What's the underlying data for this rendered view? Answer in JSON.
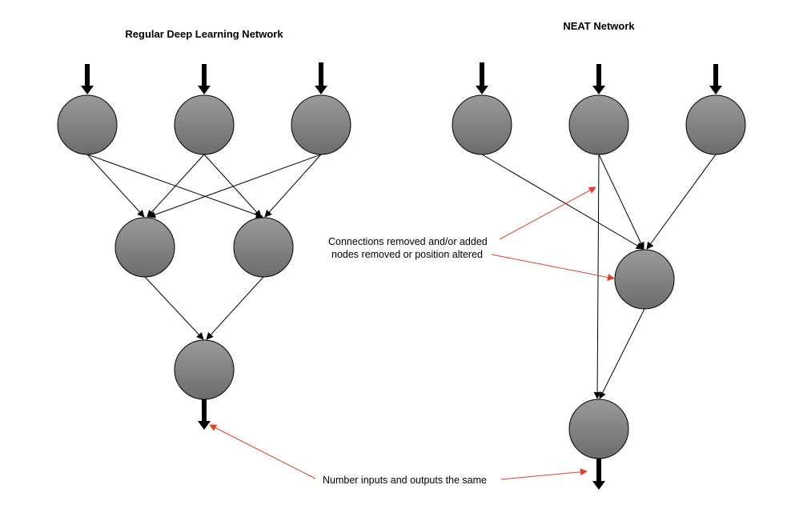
{
  "left_network": {
    "title": "Regular Deep Learning Network"
  },
  "right_network": {
    "title": "NEAT Network"
  },
  "annotations": {
    "structure_line1": "Connections removed and/or added",
    "structure_line2": "nodes removed or position altered",
    "io_note": "Number inputs and outputs the same"
  },
  "colors": {
    "node_light": "#9a9a9a",
    "node_dark": "#6c6c6c",
    "annotation_arrow": "#e0402a"
  }
}
